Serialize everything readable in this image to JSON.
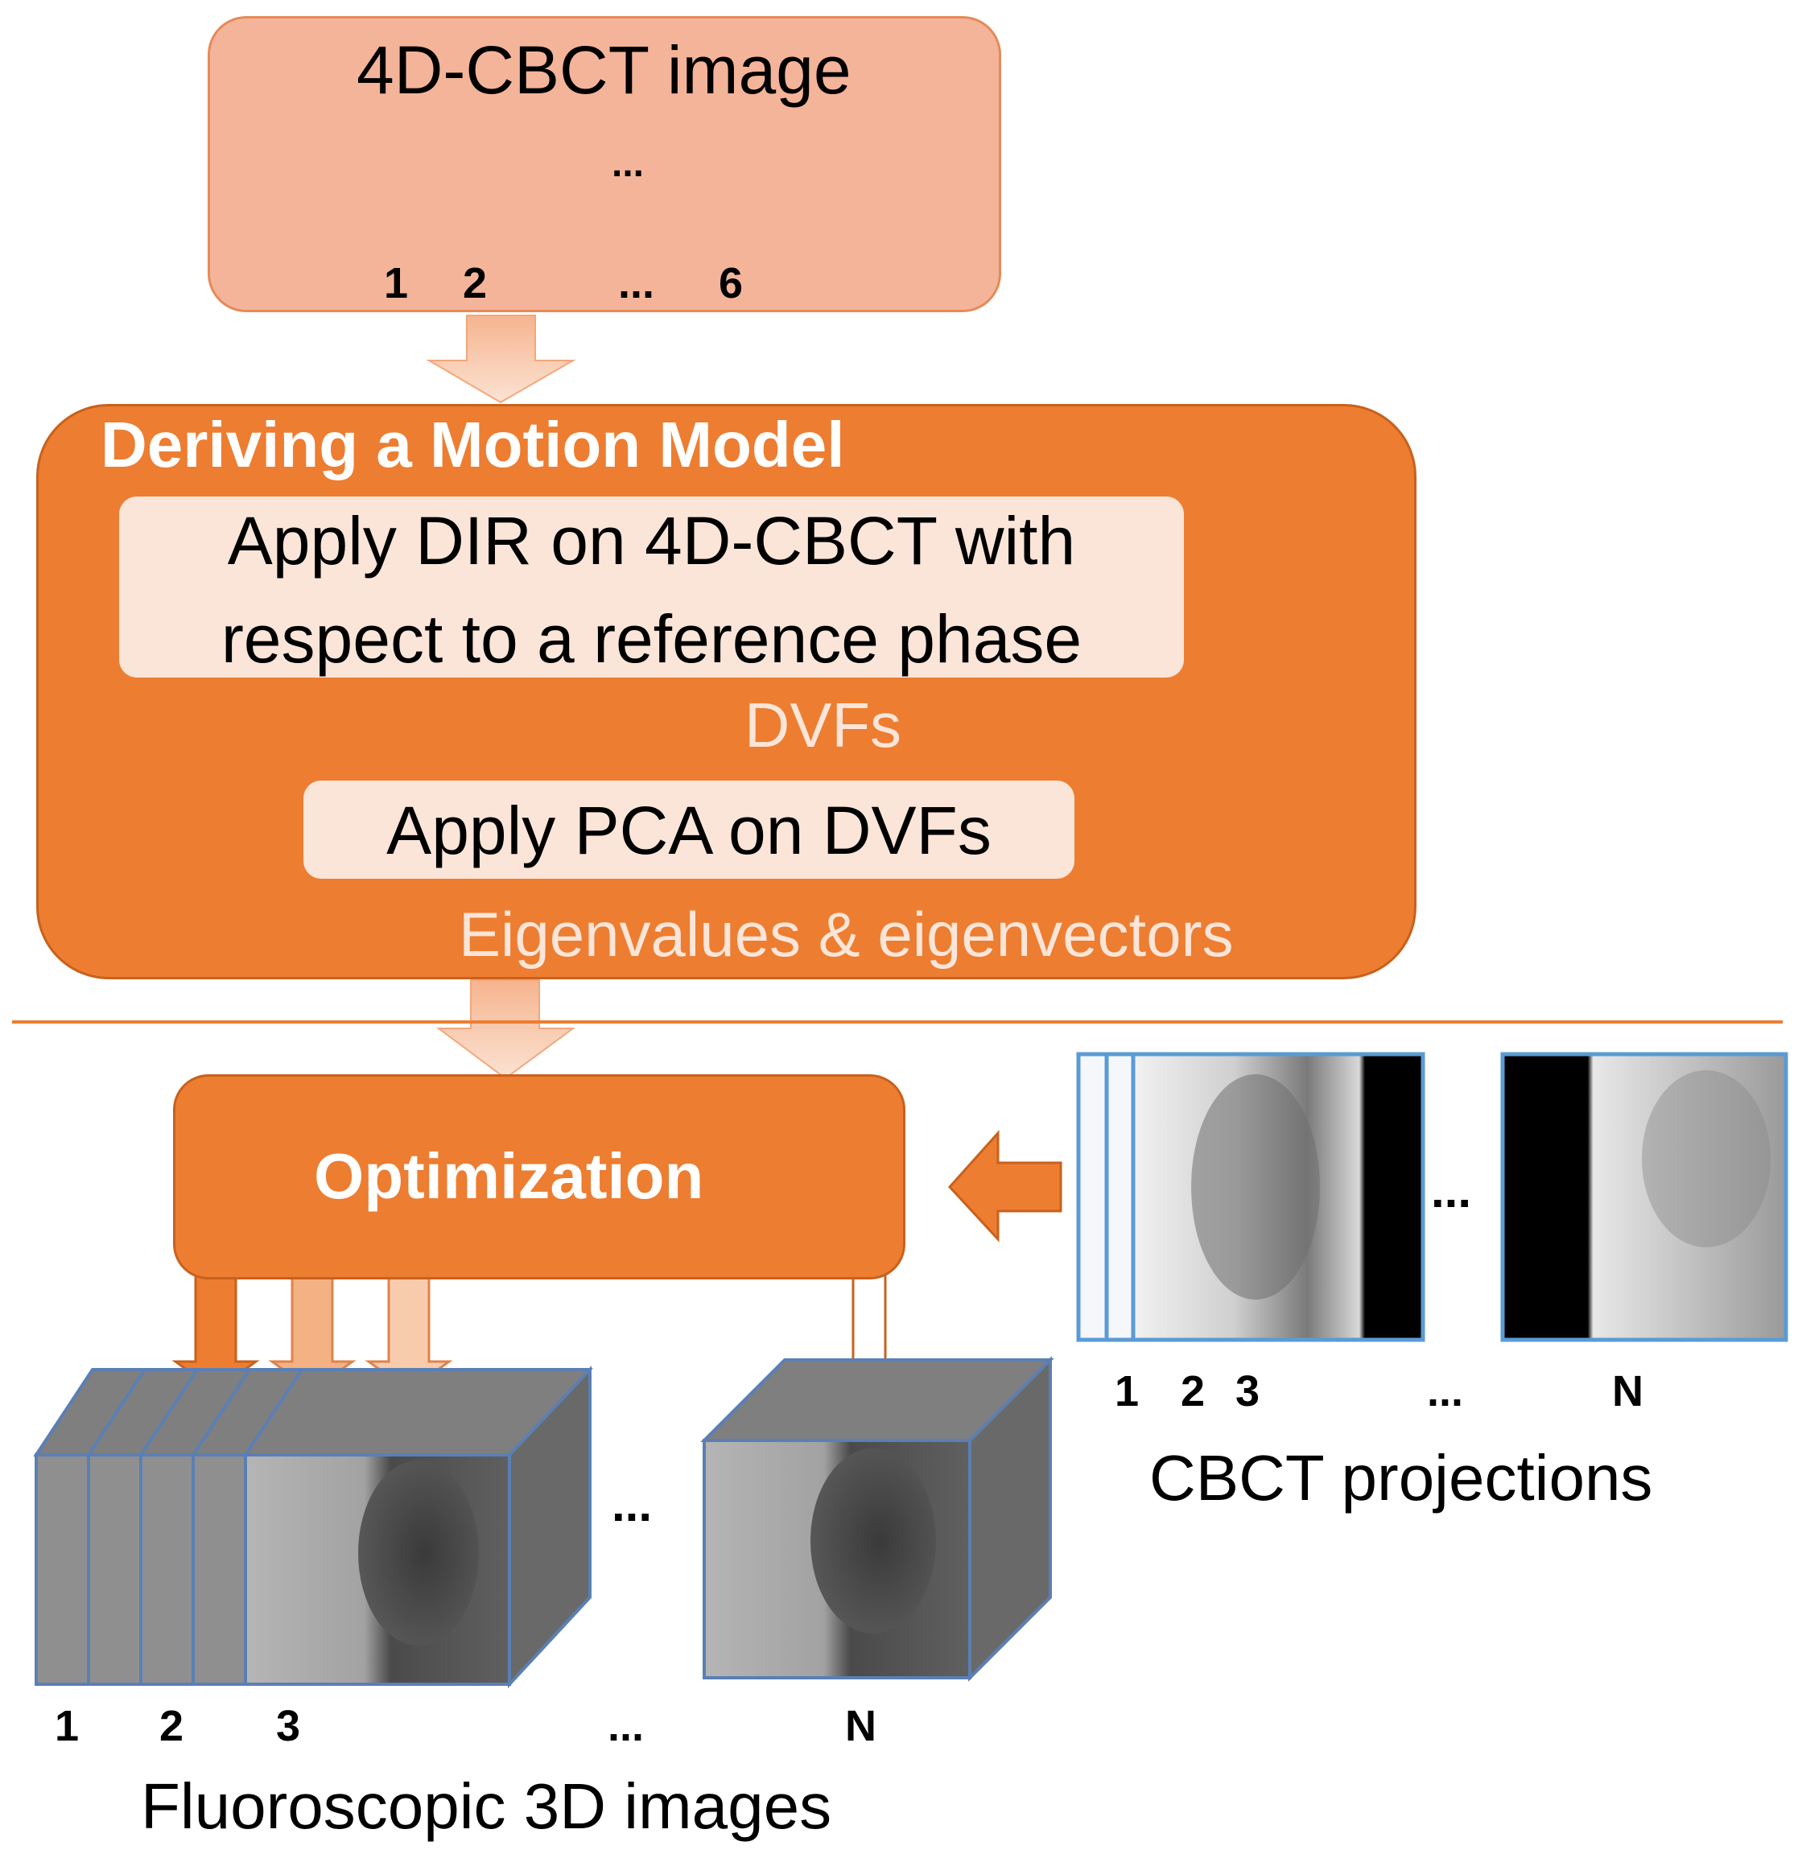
{
  "top_box": {
    "title": "4D-CBCT image",
    "numbers": [
      "1",
      "2",
      "...",
      "6"
    ],
    "ellipsis": "..."
  },
  "motion_model": {
    "title": "Deriving a Motion Model",
    "step1_line1": "Apply DIR on 4D-CBCT with",
    "step1_line2": "respect to a reference phase",
    "label_dvfs": "DVFs",
    "step2": "Apply PCA on DVFs",
    "label_eigen": "Eigenvalues & eigenvectors"
  },
  "optimization": {
    "title": "Optimization"
  },
  "projections": {
    "numbers": [
      "1",
      "2",
      "3",
      "...",
      "N"
    ],
    "ellipsis": "...",
    "caption": "CBCT projections"
  },
  "fluoroscopic": {
    "numbers": [
      "1",
      "2",
      "3",
      "...",
      "N"
    ],
    "ellipsis": "...",
    "caption": "Fluoroscopic 3D images"
  },
  "colors": {
    "orange": "#ed7d31",
    "light_orange": "#f4b49a",
    "pale": "#fbe5d8",
    "cube_border": "#5b7fb4",
    "cube_gray": "#7f7f7f",
    "proj_border": "#5b9bd5"
  }
}
